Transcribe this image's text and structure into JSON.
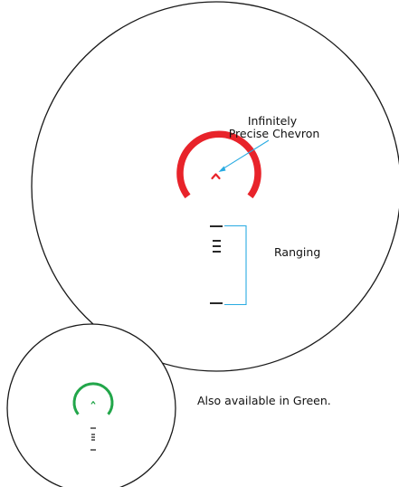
{
  "labels": {
    "chevron_line1": "Infinitely",
    "chevron_line2": "Precise Chevron",
    "ranging": "Ranging",
    "green_note": "Also available in Green."
  },
  "colors": {
    "reticle_red": "#e8232a",
    "reticle_green": "#22a64a",
    "callout_line": "#29abe2",
    "outline": "#1a1a1a",
    "hash_marks": "#111111"
  },
  "icons": {
    "red_chevron": "chevron-up-icon",
    "green_chevron": "chevron-up-icon"
  }
}
